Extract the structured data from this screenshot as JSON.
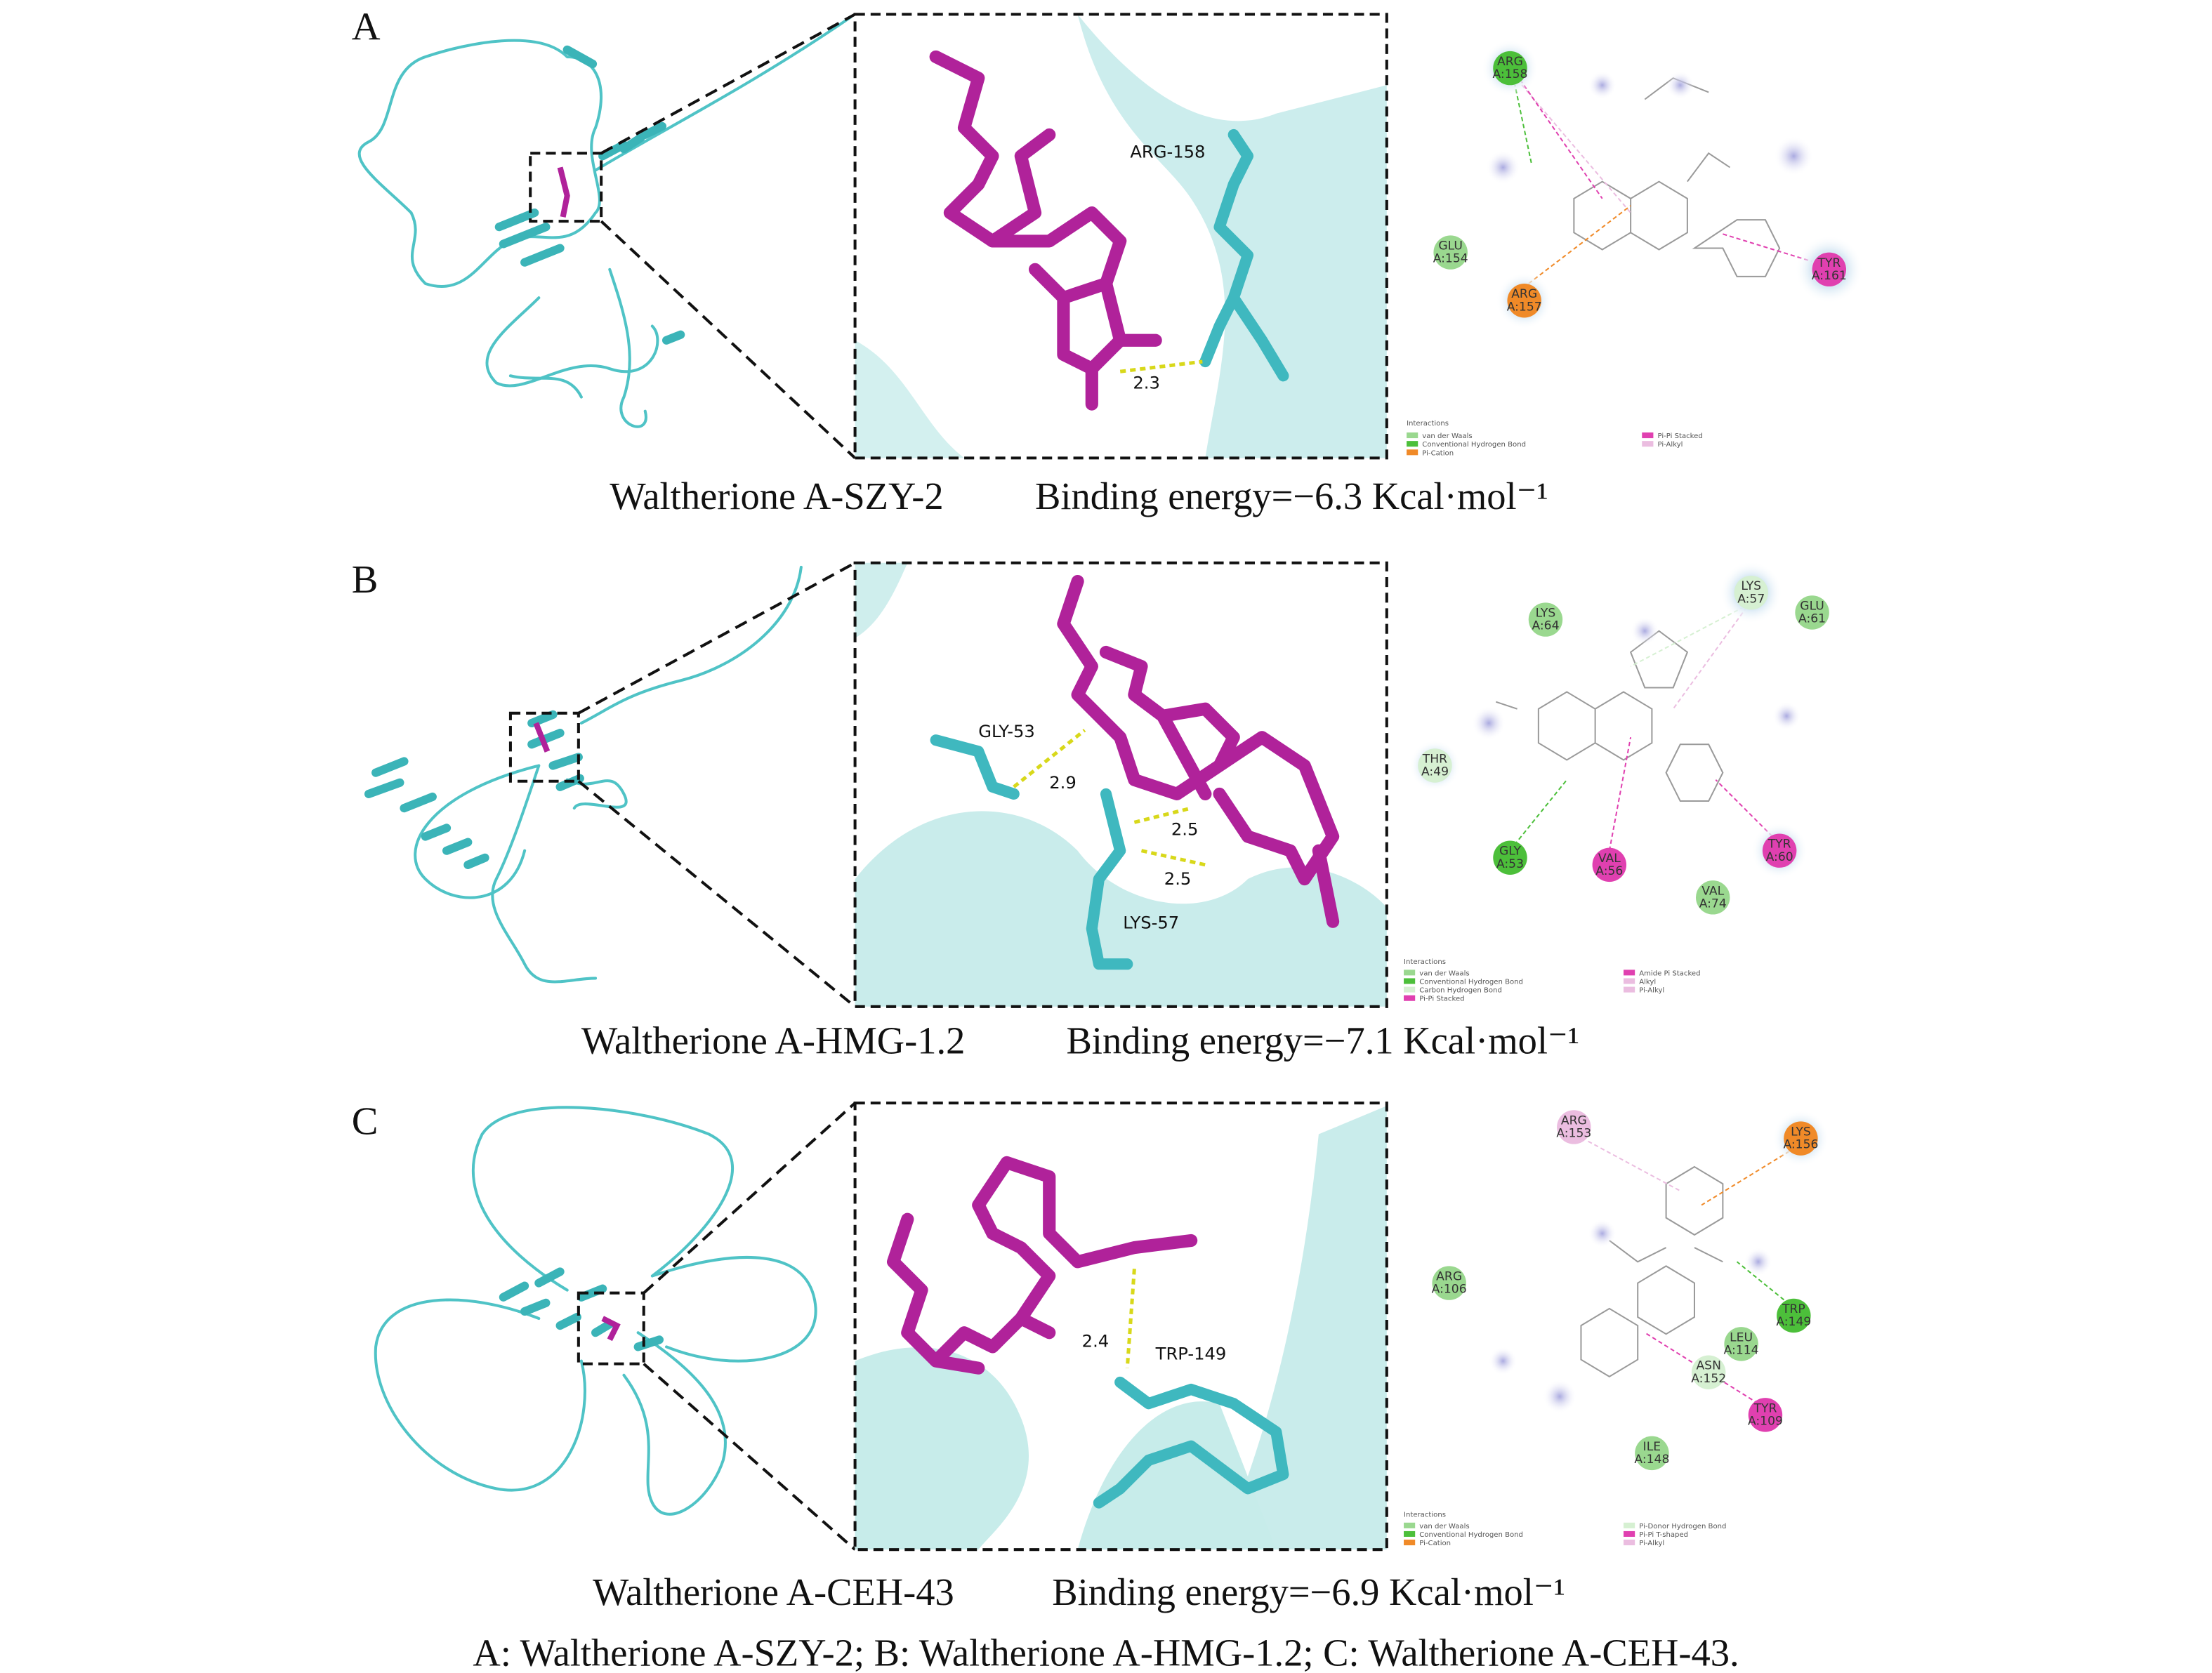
{
  "panels": [
    {
      "label": "A",
      "complex_name": "Waltherione A-SZY-2",
      "binding_energy": "Binding energy=−6.3 Kcal·mol⁻¹",
      "zoom_labels": {
        "residue": "ARG-158",
        "distances": [
          "2.3"
        ]
      },
      "residues": [
        {
          "name": "ARG",
          "id": "A:158",
          "type": "Conventional Hydrogen Bond"
        },
        {
          "name": "GLU",
          "id": "A:154",
          "type": "van der Waals"
        },
        {
          "name": "ARG",
          "id": "A:157",
          "type": "Pi-Cation"
        },
        {
          "name": "TYR",
          "id": "A:161",
          "type": "Pi-Pi Stacked"
        }
      ],
      "legend_title": "Interactions",
      "legend": [
        {
          "label": "van der Waals",
          "color": "#9ad88f"
        },
        {
          "label": "Conventional Hydrogen Bond",
          "color": "#4cbf3a"
        },
        {
          "label": "Pi-Cation",
          "color": "#f08a28"
        },
        {
          "label": "Pi-Pi Stacked",
          "color": "#e040b0"
        },
        {
          "label": "Pi-Alkyl",
          "color": "#ebbde0"
        }
      ]
    },
    {
      "label": "B",
      "complex_name": "Waltherione A-HMG-1.2",
      "binding_energy": "Binding energy=−7.1 Kcal·mol⁻¹",
      "zoom_labels": {
        "residues": [
          "GLY-53",
          "LYS-57"
        ],
        "distances": [
          "2.9",
          "2.5",
          "2.5"
        ]
      },
      "residues": [
        {
          "name": "LYS",
          "id": "A:64",
          "type": "van der Waals"
        },
        {
          "name": "LYS",
          "id": "A:57",
          "type": "Carbon Hydrogen Bond"
        },
        {
          "name": "GLU",
          "id": "A:61",
          "type": "van der Waals"
        },
        {
          "name": "THR",
          "id": "A:49",
          "type": "Carbon Hydrogen Bond"
        },
        {
          "name": "GLY",
          "id": "A:53",
          "type": "Conventional Hydrogen Bond"
        },
        {
          "name": "VAL",
          "id": "A:56",
          "type": "Amide Pi Stacked"
        },
        {
          "name": "TYR",
          "id": "A:60",
          "type": "Pi-Pi Stacked"
        },
        {
          "name": "VAL",
          "id": "A:74",
          "type": "van der Waals"
        }
      ],
      "legend_title": "Interactions",
      "legend": [
        {
          "label": "van der Waals",
          "color": "#9ad88f"
        },
        {
          "label": "Conventional Hydrogen Bond",
          "color": "#4cbf3a"
        },
        {
          "label": "Carbon Hydrogen Bond",
          "color": "#d6f0d2"
        },
        {
          "label": "Pi-Pi Stacked",
          "color": "#e040b0"
        },
        {
          "label": "Amide Pi Stacked",
          "color": "#e040b0"
        },
        {
          "label": "Alkyl",
          "color": "#ebbde0"
        },
        {
          "label": "Pi-Alkyl",
          "color": "#ebbde0"
        }
      ]
    },
    {
      "label": "C",
      "complex_name": "Waltherione A-CEH-43",
      "binding_energy": "Binding energy=−6.9 Kcal·mol⁻¹",
      "zoom_labels": {
        "residue": "TRP-149",
        "distances": [
          "2.4"
        ]
      },
      "residues": [
        {
          "name": "ARG",
          "id": "A:153",
          "type": "Pi-Alkyl"
        },
        {
          "name": "LYS",
          "id": "A:156",
          "type": "Pi-Cation"
        },
        {
          "name": "ARG",
          "id": "A:106",
          "type": "van der Waals"
        },
        {
          "name": "TRP",
          "id": "A:149",
          "type": "Conventional Hydrogen Bond"
        },
        {
          "name": "LEU",
          "id": "A:114",
          "type": "van der Waals"
        },
        {
          "name": "ASN",
          "id": "A:152",
          "type": "Pi-Donor Hydrogen Bond"
        },
        {
          "name": "TYR",
          "id": "A:109",
          "type": "Pi-Pi T-shaped"
        },
        {
          "name": "ILE",
          "id": "A:148",
          "type": "van der Waals"
        }
      ],
      "legend_title": "Interactions",
      "legend": [
        {
          "label": "van der Waals",
          "color": "#9ad88f"
        },
        {
          "label": "Conventional Hydrogen Bond",
          "color": "#4cbf3a"
        },
        {
          "label": "Pi-Cation",
          "color": "#f08a28"
        },
        {
          "label": "Pi-Donor Hydrogen Bond",
          "color": "#d6f0d2"
        },
        {
          "label": "Pi-Pi T-shaped",
          "color": "#e040b0"
        },
        {
          "label": "Pi-Alkyl",
          "color": "#ebbde0"
        }
      ]
    }
  ],
  "footnote": "A: Waltherione A-SZY-2; B: Waltherione A-HMG-1.2; C: Waltherione A-CEH-43."
}
